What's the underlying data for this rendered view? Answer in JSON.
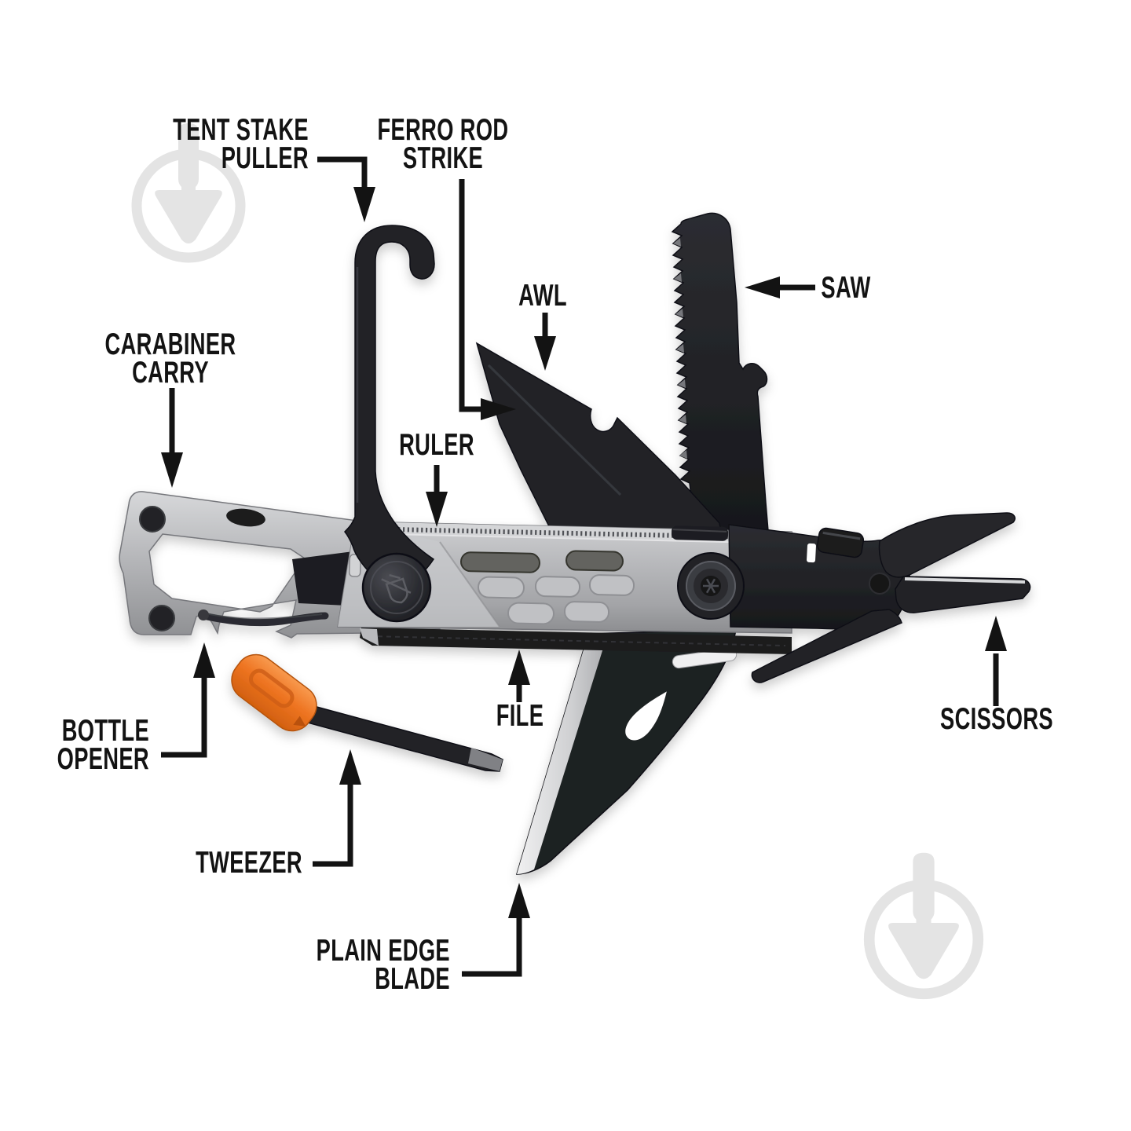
{
  "diagram": {
    "labels": {
      "tent_stake_puller": {
        "line1": "TENT STAKE",
        "line2": "PULLER"
      },
      "ferro_rod_strike": {
        "line1": "FERRO ROD",
        "line2": "STRIKE"
      },
      "awl": {
        "text": "AWL"
      },
      "saw": {
        "text": "SAW"
      },
      "carabiner_carry": {
        "line1": "CARABINER",
        "line2": "CARRY"
      },
      "ruler": {
        "text": "RULER"
      },
      "bottle_opener": {
        "line1": "BOTTLE",
        "line2": "OPENER"
      },
      "tweezer": {
        "text": "TWEEZER"
      },
      "file": {
        "text": "FILE"
      },
      "plain_edge_blade": {
        "line1": "PLAIN EDGE",
        "line2": "BLADE"
      },
      "scissors": {
        "text": "SCISSORS"
      }
    },
    "colors": {
      "background": "#ffffff",
      "label_text": "#131313",
      "arrow": "#131313",
      "tool_black": "#232428",
      "tool_silver": "#b7b8bb",
      "accent_orange": "#ee7421",
      "watermark_grey": "#e4e4e4"
    },
    "icons": {
      "watermark": "trowel-circle-watermark",
      "pivot_logo": "gerber-brand-icon"
    }
  }
}
